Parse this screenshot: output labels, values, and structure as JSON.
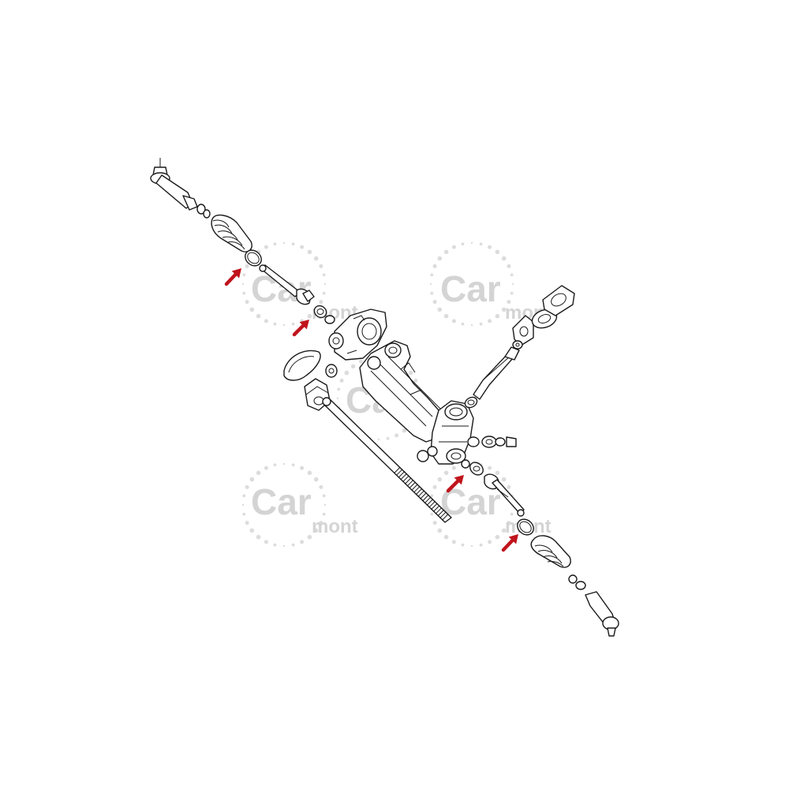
{
  "watermark": {
    "word": "Car",
    "sub": "mont"
  },
  "colors": {
    "arrow": "#c0141c",
    "line": "#1a1a1a",
    "watermark": "#d4d4d4"
  },
  "icons": {
    "arrow": "red-pointer-arrow",
    "tie_rod_end": "tie-rod-end",
    "boot": "bellows-boot",
    "ring": "seal-ring",
    "inner_tie_rod": "inner-tie-rod",
    "housing": "rack-housing",
    "rack": "toothed-rack",
    "pinion": "pinion-shaft"
  }
}
